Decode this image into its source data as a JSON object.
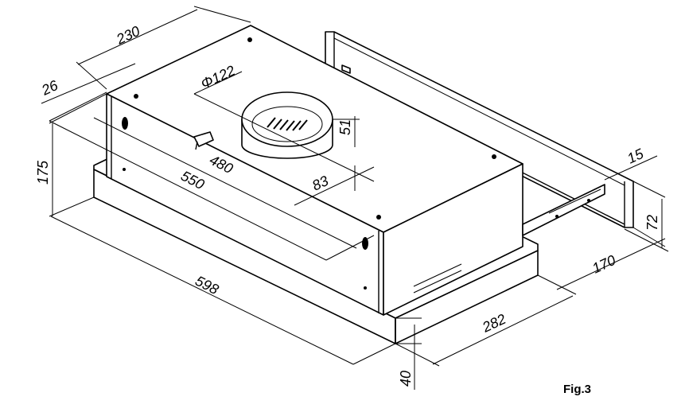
{
  "figure_label": "Fig.3",
  "dimensions": {
    "d230": "230",
    "d26": "26",
    "d122": "Φ122",
    "d51": "51",
    "d175": "175",
    "d480": "480",
    "d550": "550",
    "d83": "83",
    "d598": "598",
    "d15": "15",
    "d72": "72",
    "d170": "170",
    "d282": "282",
    "d40": "40"
  },
  "colors": {
    "line": "#000000",
    "background": "#ffffff"
  }
}
